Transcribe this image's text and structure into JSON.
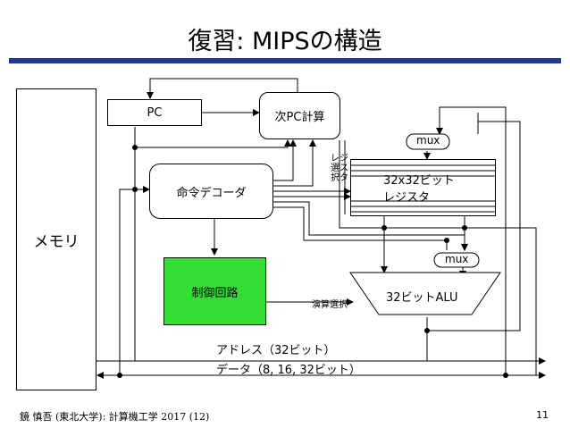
{
  "title": "復習: MIPSの構造",
  "blocks": {
    "memory": "メモリ",
    "pc": "PC",
    "next_pc": "次PC計算",
    "decoder": "命令デコーダ",
    "control": "制御回路",
    "register": "32x32ビット\nレジスタ",
    "alu": "32ビットALU",
    "mux_top": "mux",
    "mux_alu": "mux"
  },
  "labels": {
    "register_select": "レジ\n選ス\n択タ",
    "alu_select": "演算選択",
    "address_bus": "アドレス（32ビット）",
    "data_bus": "データ（8, 16, 32ビット）"
  },
  "footer": "鏡 慎吾 (東北大学): 計算機工学 2017 (12)",
  "page_number": "11",
  "colors": {
    "title_rule": "#1f3a93",
    "control_fill": "#33dd33"
  }
}
